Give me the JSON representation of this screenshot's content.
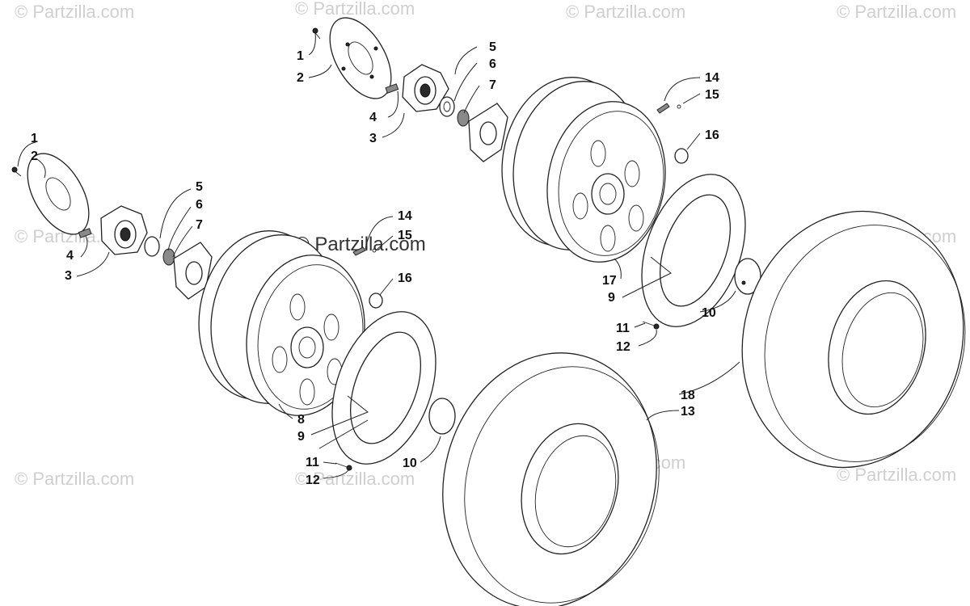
{
  "watermarks": {
    "corner": "© Partzilla.com",
    "center": "© Partzilla.com"
  },
  "callouts": {
    "upper_group": [
      "1",
      "2",
      "3",
      "4",
      "5",
      "6",
      "7",
      "14",
      "15",
      "16",
      "17",
      "9",
      "10",
      "11",
      "12"
    ],
    "lower_group": [
      "1",
      "2",
      "3",
      "4",
      "5",
      "6",
      "7",
      "14",
      "15",
      "16",
      "8",
      "9",
      "10",
      "11",
      "12"
    ],
    "tires": [
      "18",
      "13"
    ]
  },
  "colors": {
    "line": "#222222",
    "watermark": "#cfcfcf"
  }
}
